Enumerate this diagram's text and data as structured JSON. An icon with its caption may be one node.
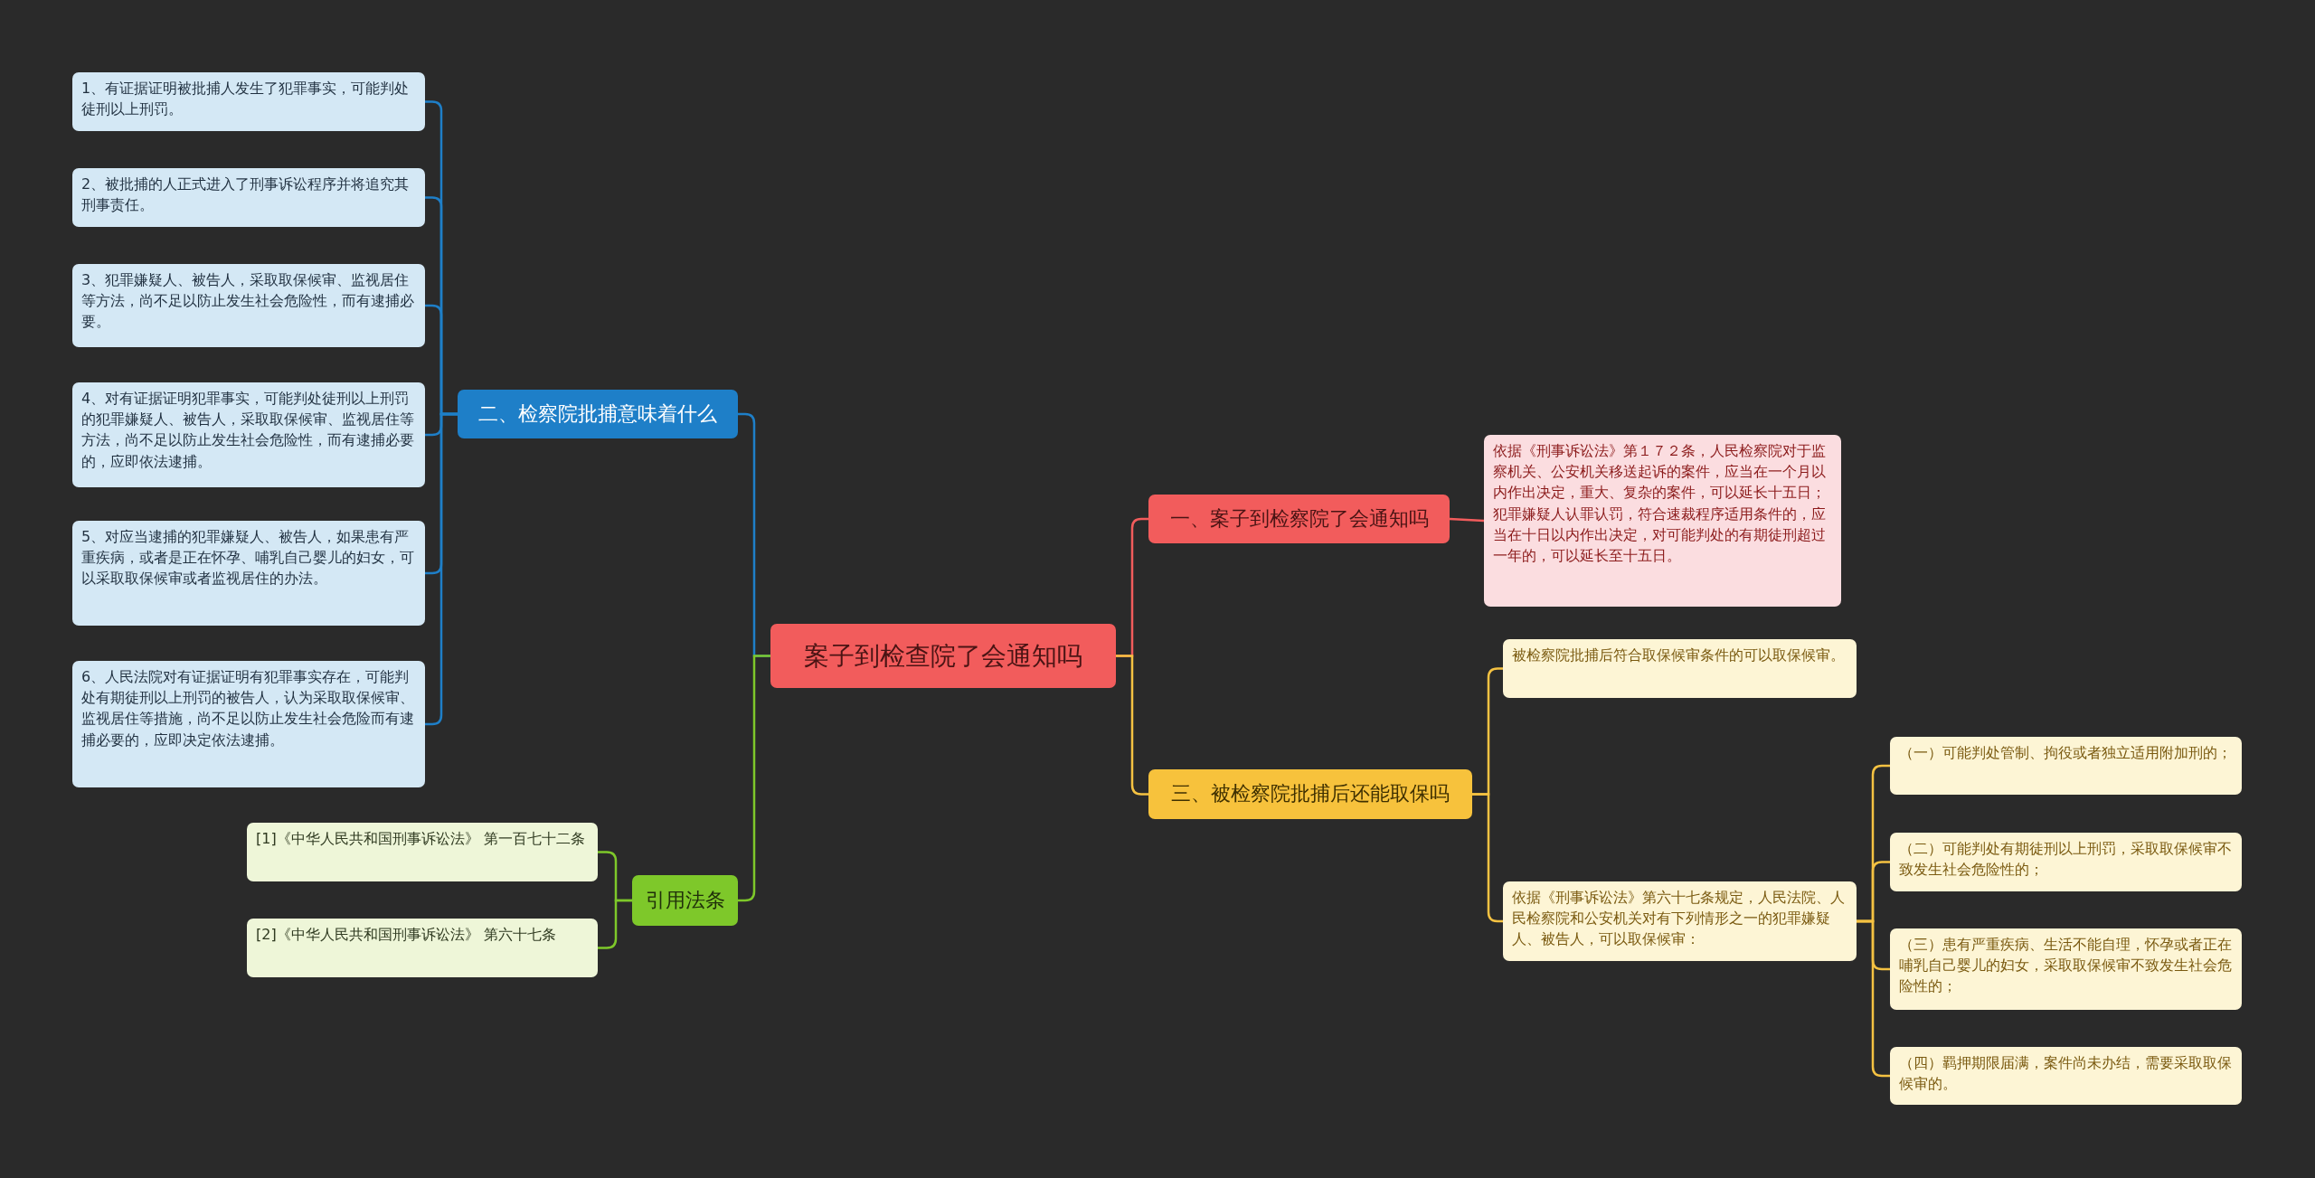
{
  "diagram": {
    "nodes": [
      {
        "text": [
          "案子到检查院了会通知吗"
        ]
      },
      {
        "text": [
          "一、案子到检察院了会通知吗"
        ]
      },
      {
        "text": [
          "依据《刑事诉讼法》第１７２条，人民检察院对于监察机关、公安机关移送起诉的案件，应当在一个月以内作出决定，重大、复杂的案件，可以延长十五日；犯罪嫌疑人认罪认罚，符合速裁程序适用条件的，应当在十日以内作出决定，对可能判处的有期徒刑超过一年的，可以延长至十五日。"
        ]
      },
      {
        "text": [
          "三、被检察院批捕后还能取保吗"
        ]
      },
      {
        "text": [
          "被检察院批捕后符合取保候审条件的可以取保候审。"
        ]
      },
      {
        "text": [
          "依据《刑事诉讼法》第六十七条规定，人民法院、人民检察院和公安机关对有下列情形之一的犯罪嫌疑人、被告人，可以取保候审："
        ]
      },
      {
        "text": [
          "（一）可能判处管制、拘役或者独立适用附加刑的；"
        ]
      },
      {
        "text": [
          "（二）可能判处有期徒刑以上刑罚，采取取保候审不致发生社会危险性的；"
        ]
      },
      {
        "text": [
          "（三）患有严重疾病、生活不能自理，怀孕或者正在哺乳自己婴儿的妇女，采取取保候审不致发生社会危险性的；"
        ]
      },
      {
        "text": [
          "（四）羁押期限届满，案件尚未办结，需要采取取保候审的。"
        ]
      },
      {
        "text": [
          "二、检察院批捕意味着什么"
        ]
      },
      {
        "text": [
          "1、有证据证明被批捕人发生了犯罪事实，可能判处徒刑以上刑罚。"
        ]
      },
      {
        "text": [
          "2、被批捕的人正式进入了刑事诉讼程序并将追究其刑事责任。"
        ]
      },
      {
        "text": [
          "3、犯罪嫌疑人、被告人，采取取保候审、监视居住等方法，尚不足以防止发生社会危险性，而有逮捕必要。"
        ]
      },
      {
        "text": [
          "4、对有证据证明犯罪事实，可能判处徒刑以上刑罚的犯罪嫌疑人、被告人，采取取保候审、监视居住等方法，尚不足以防止发生社会危险性，而有逮捕必要的，应即依法逮捕。"
        ]
      },
      {
        "text": [
          "5、对应当逮捕的犯罪嫌疑人、被告人，如果患有严重疾病，或者是正在怀孕、哺乳自己婴儿的妇女，可以采取取保候审或者监视居住的办法。"
        ]
      },
      {
        "text": [
          "6、人民法院对有证据证明有犯罪事实存在，可能判处有期徒刑以上刑罚的被告人，认为采取取保候审、监视居住等措施，尚不足以防止发生社会危险而有逮捕必要的，应即决定依法逮捕。"
        ]
      },
      {
        "text": [
          "引用法条"
        ]
      },
      {
        "text": [
          "[1]《中华人民共和国刑事诉讼法》 第一百七十二条"
        ]
      },
      {
        "text": [
          "[2]《中华人民共和国刑事诉讼法》 第六十七条"
        ]
      }
    ],
    "edges": [
      {
        "from": 0,
        "to": 1,
        "arrow": "none",
        "color": "#f25c5c"
      },
      {
        "from": 1,
        "to": 2,
        "arrow": "none",
        "color": "#f25c5c"
      },
      {
        "from": 0,
        "to": 3,
        "arrow": "none",
        "color": "#f5c242"
      },
      {
        "from": 3,
        "to": 4,
        "arrow": "none",
        "color": "#f5c242"
      },
      {
        "from": 3,
        "to": 5,
        "arrow": "none",
        "color": "#f5c242"
      },
      {
        "from": 5,
        "to": 6,
        "arrow": "none",
        "color": "#f5c242"
      },
      {
        "from": 5,
        "to": 7,
        "arrow": "none",
        "color": "#f5c242"
      },
      {
        "from": 5,
        "to": 8,
        "arrow": "none",
        "color": "#f5c242"
      },
      {
        "from": 5,
        "to": 9,
        "arrow": "none",
        "color": "#f5c242"
      },
      {
        "from": 0,
        "to": 10,
        "arrow": "none",
        "color": "#1e7fc8"
      },
      {
        "from": 10,
        "to": 11,
        "arrow": "none",
        "color": "#1e7fc8"
      },
      {
        "from": 10,
        "to": 12,
        "arrow": "none",
        "color": "#1e7fc8"
      },
      {
        "from": 10,
        "to": 13,
        "arrow": "none",
        "color": "#1e7fc8"
      },
      {
        "from": 10,
        "to": 14,
        "arrow": "none",
        "color": "#1e7fc8"
      },
      {
        "from": 10,
        "to": 15,
        "arrow": "none",
        "color": "#1e7fc8"
      },
      {
        "from": 10,
        "to": 16,
        "arrow": "none",
        "color": "#1e7fc8"
      },
      {
        "from": 0,
        "to": 17,
        "arrow": "none",
        "color": "#7ec82a"
      },
      {
        "from": 17,
        "to": 18,
        "arrow": "none",
        "color": "#7ec82a"
      },
      {
        "from": 17,
        "to": 19,
        "arrow": "none",
        "color": "#7ec82a"
      }
    ]
  }
}
